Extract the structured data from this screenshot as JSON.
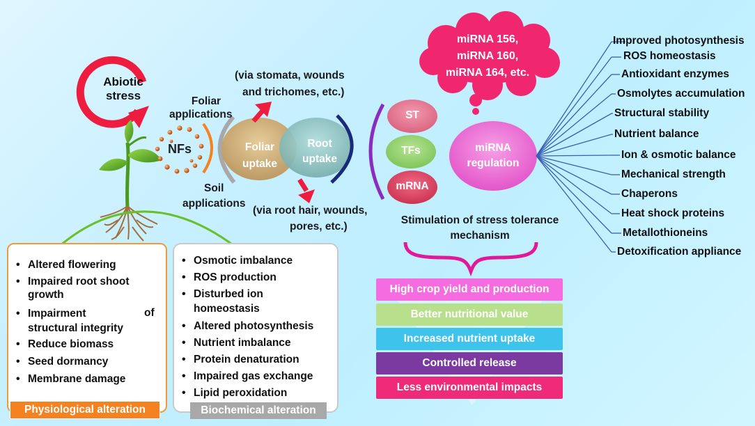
{
  "abiotic_stress": {
    "line1": "Abiotic",
    "line2": "stress"
  },
  "nfs_label": "NFs",
  "foliar_applications": {
    "line1": "Foliar",
    "line2": "applications"
  },
  "soil_applications": {
    "line1": "Soil",
    "line2": "applications"
  },
  "stomata_note": {
    "line1": "(via stomata, wounds",
    "line2": "and trichomes, etc.)"
  },
  "root_note": {
    "line1": "(via root hair, wounds,",
    "line2": "pores, etc.)"
  },
  "foliar_uptake": {
    "line1": "Foliar",
    "line2": "uptake"
  },
  "root_uptake": {
    "line1": "Root",
    "line2": "uptake"
  },
  "mechanisms": {
    "st": "ST",
    "tfs": "TFs",
    "mrna": "mRNA"
  },
  "mirna_regulation": {
    "line1": "miRNA",
    "line2": "regulation"
  },
  "mirna_cloud": {
    "line1": "miRNA 156,",
    "line2": "miRNA 160,",
    "line3": "miRNA 164, etc."
  },
  "stimulation": {
    "line1": "Stimulation of stress tolerance",
    "line2": "mechanism"
  },
  "effects": [
    "Improved photosynthesis",
    "ROS homeostasis",
    "Antioxidant enzymes",
    "Osmolytes accumulation",
    "Structural stability",
    "Nutrient balance",
    "Ion & osmotic balance",
    "Mechanical strength",
    "Chaperons",
    "Heat shock proteins",
    "Metallothioneins",
    "Detoxification appliance"
  ],
  "physiological": {
    "items": [
      "Altered flowering",
      "Impaired root shoot",
      "growth",
      "Impairment",
      "of",
      "structural integrity",
      "Reduce biomass",
      "Seed dormancy",
      "Membrane damage"
    ],
    "tag": "Physiological alteration"
  },
  "biochemical": {
    "items": [
      "Osmotic imbalance",
      "ROS production",
      "Disturbed ion",
      "homeostasis",
      "Altered photosynthesis",
      "Nutrient imbalance",
      "Protein denaturation",
      "Impaired gas exchange",
      "Lipid peroxidation"
    ],
    "tag": "Biochemical alteration"
  },
  "benefits": [
    {
      "label": "High crop yield and production",
      "color": "#f56be0"
    },
    {
      "label": "Better nutritional value",
      "color": "#b8e08c"
    },
    {
      "label": "Increased nutrient uptake",
      "color": "#3ec3ec"
    },
    {
      "label": "Controlled release",
      "color": "#7b3aa0"
    },
    {
      "label": "Less environmental impacts",
      "color": "#ef2a78"
    }
  ],
  "colors": {
    "arrow_red": "#ee1c3e",
    "orange": "#f48220",
    "pink_bubble": "#f06fd6",
    "cloud": "#f0266e",
    "bracket_purple": "#8b2cc0",
    "bracket_navy": "#1a2a7a",
    "effect_lines": "#3a5fb0"
  }
}
